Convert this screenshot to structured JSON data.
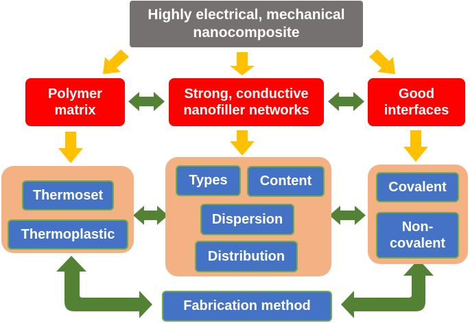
{
  "title": "Highly electrical, mechanical nanocomposite",
  "columns": {
    "left": {
      "header": "Polymer matrix",
      "items": [
        "Thermoset",
        "Thermoplastic"
      ]
    },
    "center": {
      "header": "Strong, conductive nanofiller networks",
      "items": [
        "Types",
        "Content",
        "Dispersion",
        "Distribution"
      ]
    },
    "right": {
      "header": "Good interfaces",
      "items": [
        "Covalent",
        "Non-covalent"
      ]
    }
  },
  "bottom": "Fabrication method",
  "colors": {
    "title_box": "#767171",
    "header_box": "#ff0000",
    "panel": "#f4b183",
    "item_box": "#4472c4",
    "item_border": "#70ad47",
    "arrow_yellow": "#ffc000",
    "arrow_green": "#548235"
  }
}
